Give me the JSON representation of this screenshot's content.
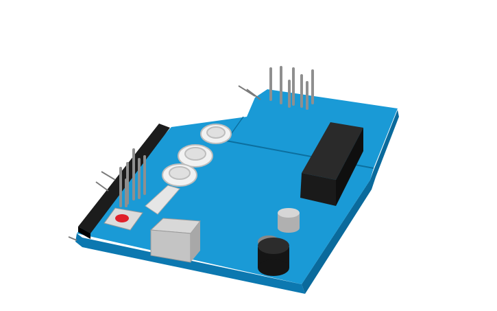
{
  "scene": {
    "colors": {
      "background": "#ffffff",
      "board_top": "#1a9ad6",
      "board_side": "#0c78b0",
      "header": "#1c1c1c",
      "pin": "#9a9a9a",
      "usb": "#c8c8c8",
      "button": "#e0202a",
      "logo": "#f2f2f2"
    },
    "icons": [
      "circuit-board",
      "pin-header",
      "usb-connector",
      "reset-button",
      "power-jack",
      "capacitor",
      "logo-rings"
    ]
  }
}
